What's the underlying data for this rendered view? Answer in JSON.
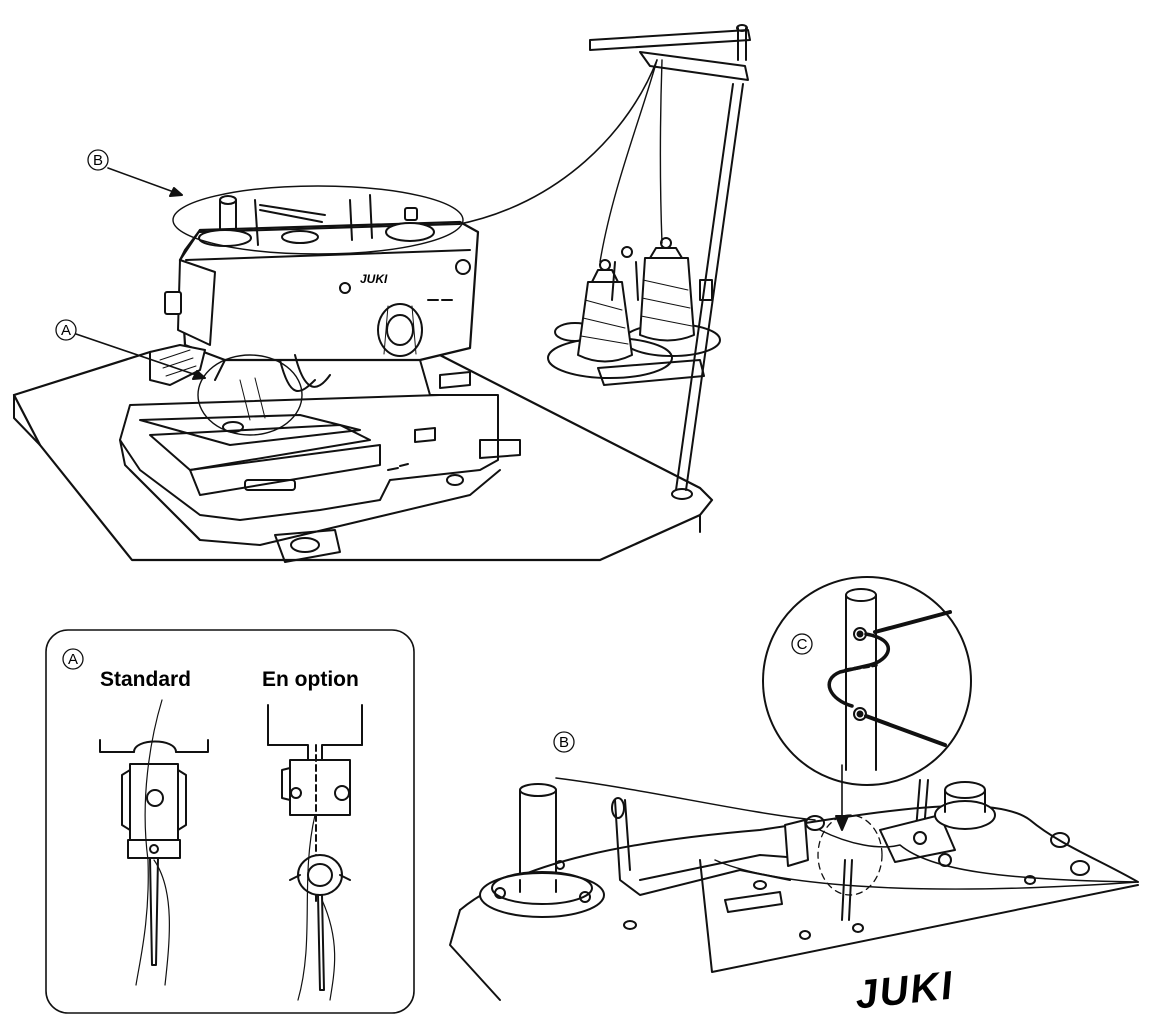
{
  "callouts": {
    "a": "A",
    "b": "B",
    "c": "C"
  },
  "inset_a": {
    "letter": "A",
    "standard_label": "Standard",
    "option_label": "En option"
  },
  "detail_b": {
    "letter": "B",
    "logo": "JUKI"
  },
  "machine": {
    "logo": "JUKI"
  }
}
